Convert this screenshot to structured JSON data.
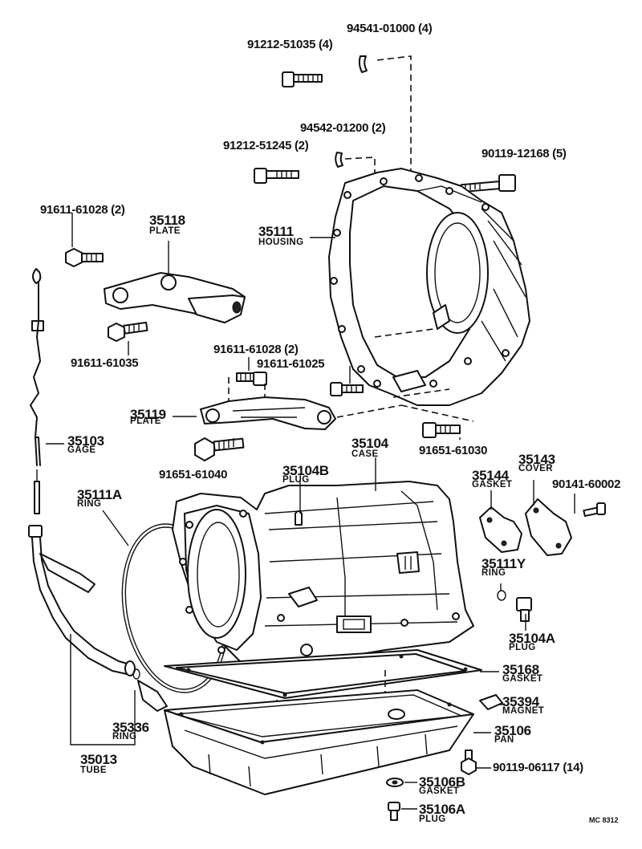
{
  "labels": {
    "p94541": "94541-01000 (4)",
    "p91212a": "91212-51035 (4)",
    "p94542": "94542-01200 (2)",
    "p91212b": "91212-51245 (2)",
    "p90119a": "90119-12168 (5)",
    "p91611a": "91611-61028 (2)",
    "p35118": "35118",
    "p35118cap": "PLATE",
    "p35111": "35111",
    "p35111cap": "HOUSING",
    "p91611b": "91611-61035",
    "p91611c": "91611-61028 (2)",
    "p91611d": "91611-61025",
    "p35119": "35119",
    "p35119cap": "PLATE",
    "p35103": "35103",
    "p35103cap": "GAGE",
    "p91651a": "91651-61030",
    "p91651b": "91651-61040",
    "p35104": "35104",
    "p35104cap": "CASE",
    "p35104b": "35104B",
    "p35104bcap": "PLUG",
    "p35143": "35143",
    "p35143cap": "COVER",
    "p35144": "35144",
    "p35144cap": "GASKET",
    "p90141": "90141-60002",
    "p35111a": "35111A",
    "p35111acap": "RING",
    "p35111y": "35111Y",
    "p35111ycap": "RING",
    "p35104a": "35104A",
    "p35104acap": "PLUG",
    "p35168": "35168",
    "p35168cap": "GASKET",
    "p35336": "35336",
    "p35336cap": "RING",
    "p35394": "35394",
    "p35394cap": "MAGNET",
    "p35106": "35106",
    "p35106cap": "PAN",
    "p35013": "35013",
    "p35013cap": "TUBE",
    "p90119b": "90119-06117 (14)",
    "p35106b": "35106B",
    "p35106bcap": "GASKET",
    "p35106a": "35106A",
    "p35106acap": "PLUG",
    "code": "MC 8312"
  }
}
